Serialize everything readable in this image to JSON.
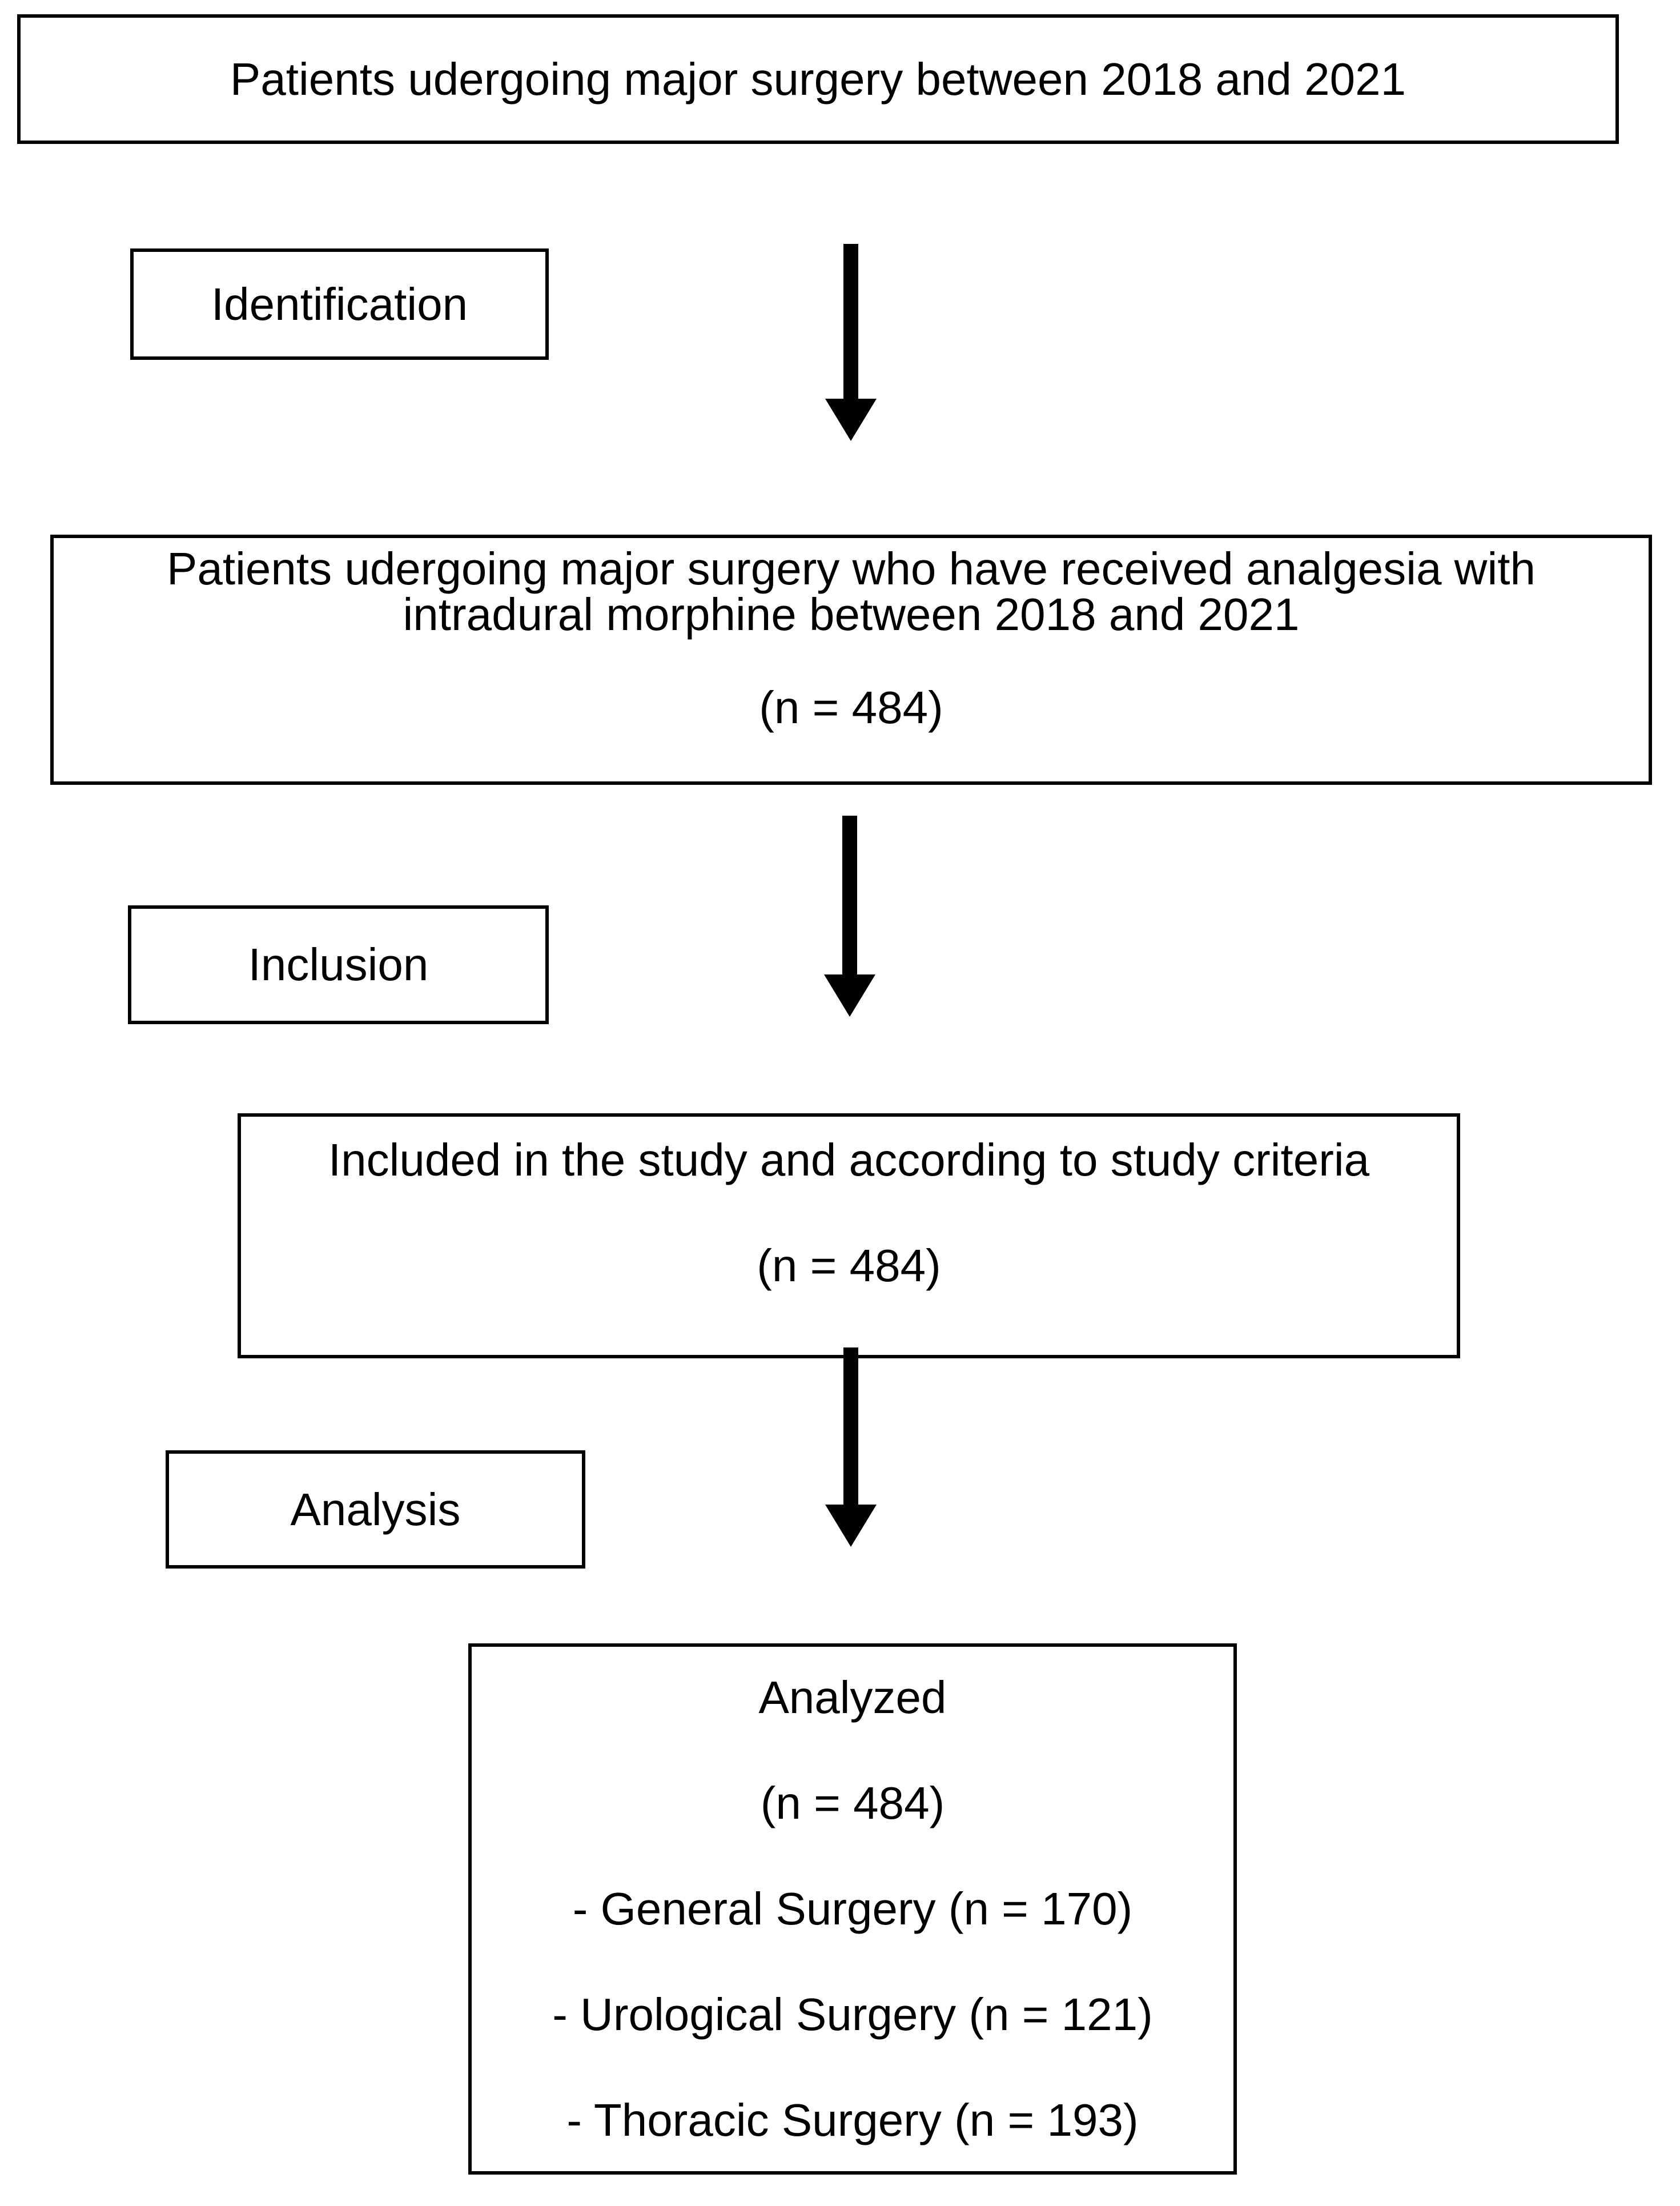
{
  "colors": {
    "background": "#ffffff",
    "line": "#000000",
    "text": "#000000"
  },
  "diagram": {
    "top_box": {
      "text": "Patients udergoing major surgery between 2018 and 2021"
    },
    "stages": [
      {
        "label": "Identification"
      },
      {
        "label": "Inclusion"
      },
      {
        "label": "Analysis"
      }
    ],
    "identified_box": {
      "line1": "Patients udergoing major surgery who have received analgesia with",
      "line2": "intradural morphine between 2018 and 2021",
      "count": "(n = 484)"
    },
    "included_box": {
      "line1": "Included in the study and according to study criteria",
      "count": "(n = 484)"
    },
    "analyzed_box": {
      "title": "Analyzed",
      "count": "(n = 484)",
      "items": [
        "- General Surgery (n = 170)",
        "- Urological Surgery (n = 121)",
        "- Thoracic Surgery (n = 193)"
      ]
    }
  }
}
